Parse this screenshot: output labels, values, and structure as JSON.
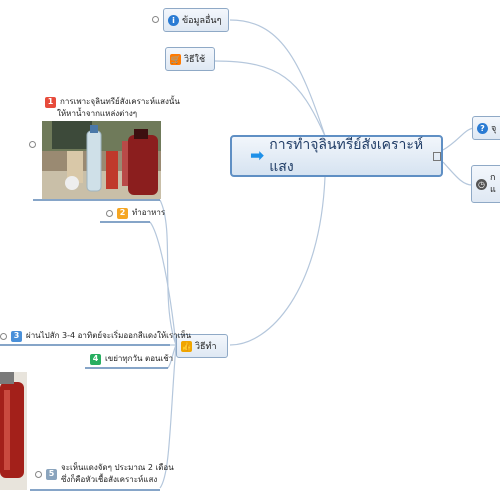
{
  "central_topic": {
    "label": "การทำจุลินทรีย์สังเคราะห์แสง",
    "icon": "arrow-right-icon",
    "accent": "#1e90e8"
  },
  "branches": {
    "other_info": {
      "label": "ข้อมูลอื่นๆ",
      "icon": "info-icon"
    },
    "usage": {
      "label": "วิธีใช้",
      "icon": "cart-icon"
    },
    "method": {
      "label": "วิธีทำ",
      "icon": "thumbs-up-icon"
    },
    "right_top": {
      "label": "จุ",
      "icon": "question-icon"
    },
    "right_bottom": {
      "line1": "ก",
      "line2": "แ",
      "icon": "clock-icon"
    }
  },
  "steps": [
    {
      "num": "1",
      "color": "#e74c3c",
      "line1": "การเพาะจุลินทรีย์สังเคราะห์แสงนั้น",
      "line2": "ให้หาน้ำจากแหล่งต่างๆ"
    },
    {
      "num": "2",
      "color": "#f5a623",
      "line1": "ทำอาหาร",
      "line2": ""
    },
    {
      "num": "3",
      "color": "#4a90d9",
      "line1": "ผ่านไปสัก 3-4 อาทิตย์จะเริ่มออกสีแดงให้เราเห็น",
      "line2": ""
    },
    {
      "num": "4",
      "color": "#27ae60",
      "line1": "เขย่าทุกวัน ตอนเช้า",
      "line2": ""
    },
    {
      "num": "5",
      "color": "#8aa4bd",
      "line1": "จะเห็นแดงจัดๆ ประมาณ 2 เดือน",
      "line2": "ซึ่งก็คือหัวเชื้อสังเคราะห์แสง"
    }
  ]
}
